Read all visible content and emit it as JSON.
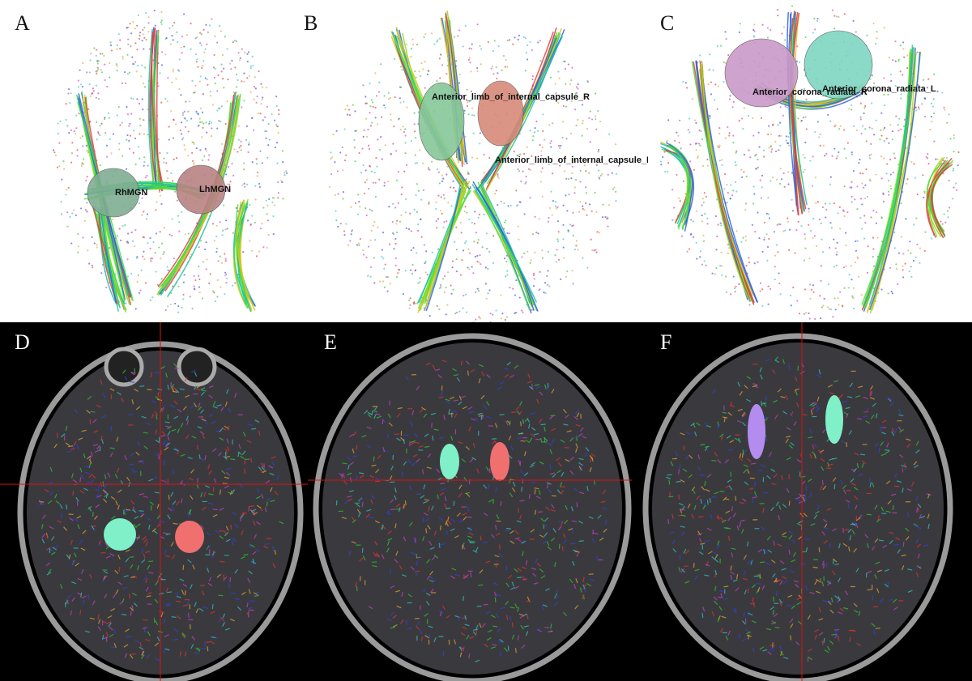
{
  "panels": [
    {
      "id": "A",
      "label": "A",
      "rois": [
        {
          "name": "RhMGN",
          "color": "#7fae93"
        },
        {
          "name": "LhMGN",
          "color": "#b98383"
        }
      ]
    },
    {
      "id": "B",
      "label": "B",
      "rois": [
        {
          "name": "Anterior_limb_of_internal_capsule_R",
          "color": "#86c79a"
        },
        {
          "name": "Anterior_limb_of_internal_capsule_L",
          "color": "#d88a7a"
        }
      ]
    },
    {
      "id": "C",
      "label": "C",
      "rois": [
        {
          "name": "Anterior_corona_radiata_R",
          "color": "#c99ac9"
        },
        {
          "name": "Anterior_corona_radiata_L",
          "color": "#7fd6c2"
        }
      ]
    },
    {
      "id": "D",
      "label": "D",
      "roi_colors": [
        "#7ff0c8",
        "#f07070"
      ]
    },
    {
      "id": "E",
      "label": "E",
      "roi_colors": [
        "#7ff0c8",
        "#f07070"
      ]
    },
    {
      "id": "F",
      "label": "F",
      "roi_colors": [
        "#b48cf0",
        "#7ff0c8"
      ]
    }
  ],
  "crosshair_color": "#e01010"
}
